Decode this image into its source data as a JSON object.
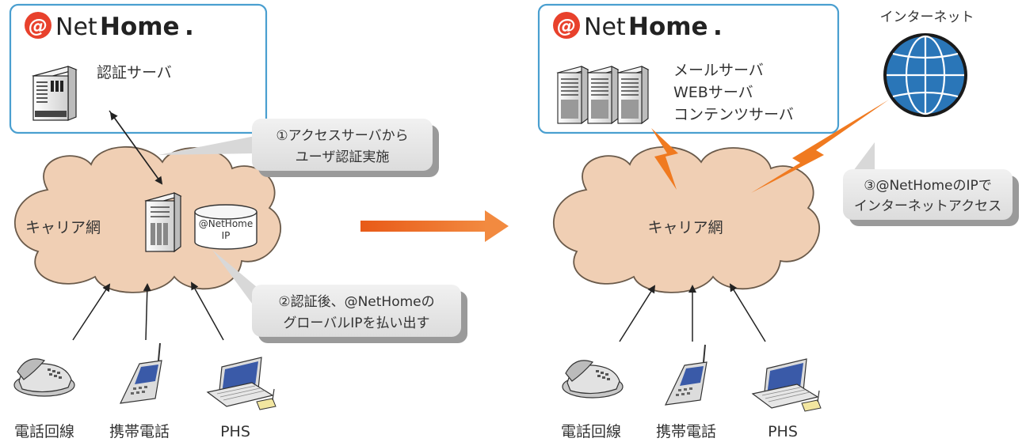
{
  "brand": {
    "at_symbol": "@",
    "net": "Net",
    "home": "Home",
    "dot": ".",
    "accent": "#e8412c"
  },
  "left": {
    "auth_server": "認証サーバ",
    "carrier": "キャリア網",
    "db_line1": "@NetHome",
    "db_line2": "IP",
    "callout1": {
      "line1": "①アクセスサーバから",
      "line2": "ユーザ認証実施"
    },
    "callout2": {
      "line1": "②認証後、@NetHomeの",
      "line2": "グローバルIPを払い出す"
    },
    "devices": [
      "電話回線",
      "携帯電話",
      "PHS"
    ]
  },
  "right": {
    "servers": [
      "メールサーバ",
      "WEBサーバ",
      "コンテンツサーバ"
    ],
    "carrier": "キャリア網",
    "internet": "インターネット",
    "callout3": {
      "line1": "③@NetHomeのIPで",
      "line2": "インターネットアクセス"
    },
    "devices": [
      "電話回線",
      "携帯電話",
      "PHS"
    ]
  },
  "colors": {
    "box_border": "#4a9fd0",
    "cloud_fill": "#f0cfb4",
    "cloud_stroke": "#6a5a4a",
    "arrow": "#f07028",
    "lightning": "#f07a20",
    "globe": "#2a76b8",
    "callout": "#e4e4e4"
  }
}
